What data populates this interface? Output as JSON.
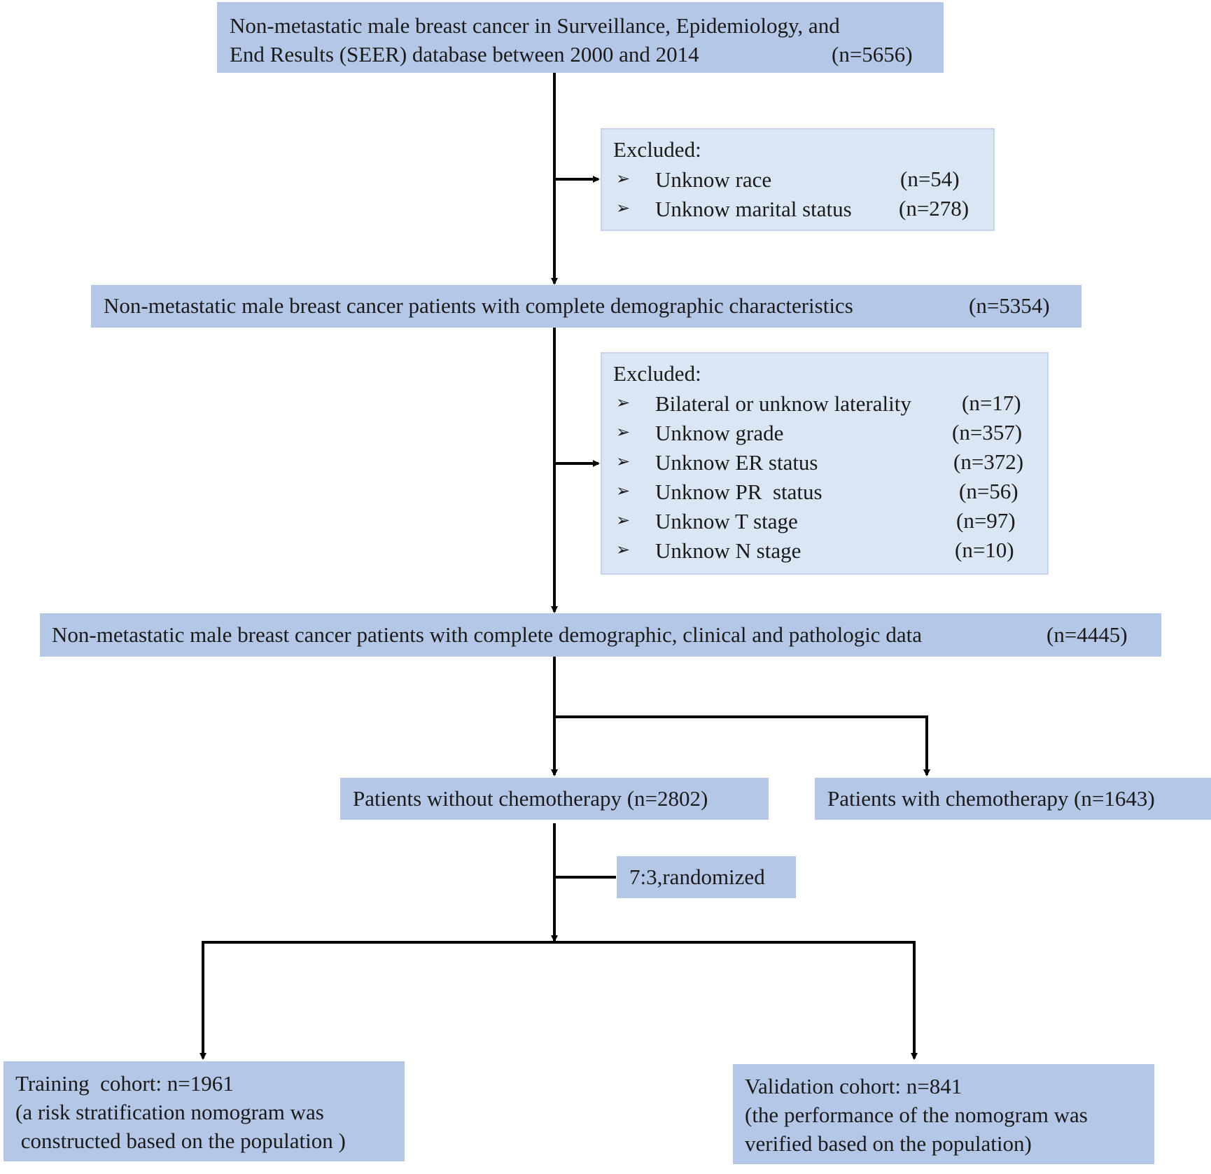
{
  "nodes": {
    "seer_cohort": {
      "line1": "Non-metastatic male breast cancer in Surveillance, Epidemiology, and",
      "line2": "End Results (SEER) database between 2000 and 2014",
      "n": "(n=5656)"
    },
    "exclusion_1": {
      "heading": "Excluded:",
      "items": [
        {
          "label": "Unknow race",
          "n": "(n=54)"
        },
        {
          "label": "Unknow marital status",
          "n": "(n=278)"
        }
      ]
    },
    "demographic_complete": {
      "text": "Non-metastatic male breast cancer patients with complete demographic characteristics",
      "n": "(n=5354)"
    },
    "exclusion_2": {
      "heading": "Excluded:",
      "items": [
        {
          "label": "Bilateral or unknow laterality",
          "n": "(n=17)"
        },
        {
          "label": "Unknow grade",
          "n": "(n=357)"
        },
        {
          "label": "Unknow ER status",
          "n": "(n=372)"
        },
        {
          "label": "Unknow PR  status",
          "n": "(n=56)"
        },
        {
          "label": "Unknow T stage",
          "n": "(n=97)"
        },
        {
          "label": "Unknow N stage",
          "n": "(n=10)"
        }
      ]
    },
    "full_data": {
      "text": "Non-metastatic male breast cancer patients with complete demographic, clinical and pathologic data",
      "n": "(n=4445)"
    },
    "no_chemo": {
      "text": "Patients without chemotherapy (n=2802)"
    },
    "chemo": {
      "text": "Patients with chemotherapy (n=1643)"
    },
    "split": {
      "text": "7:3,randomized"
    },
    "training": {
      "line1": "Training  cohort: n=1961",
      "line2": "(a risk stratification nomogram was",
      "line3": " constructed based on the population )"
    },
    "validation": {
      "line1": "Validation cohort: n=841",
      "line2": "(the performance of the nomogram was",
      "line3": "verified based on the population)"
    }
  },
  "bullet_glyph": "➢",
  "colors": {
    "box_fill": "#b4c7e7",
    "exclusion_fill": "#dae6f4",
    "connector": "#000000"
  }
}
